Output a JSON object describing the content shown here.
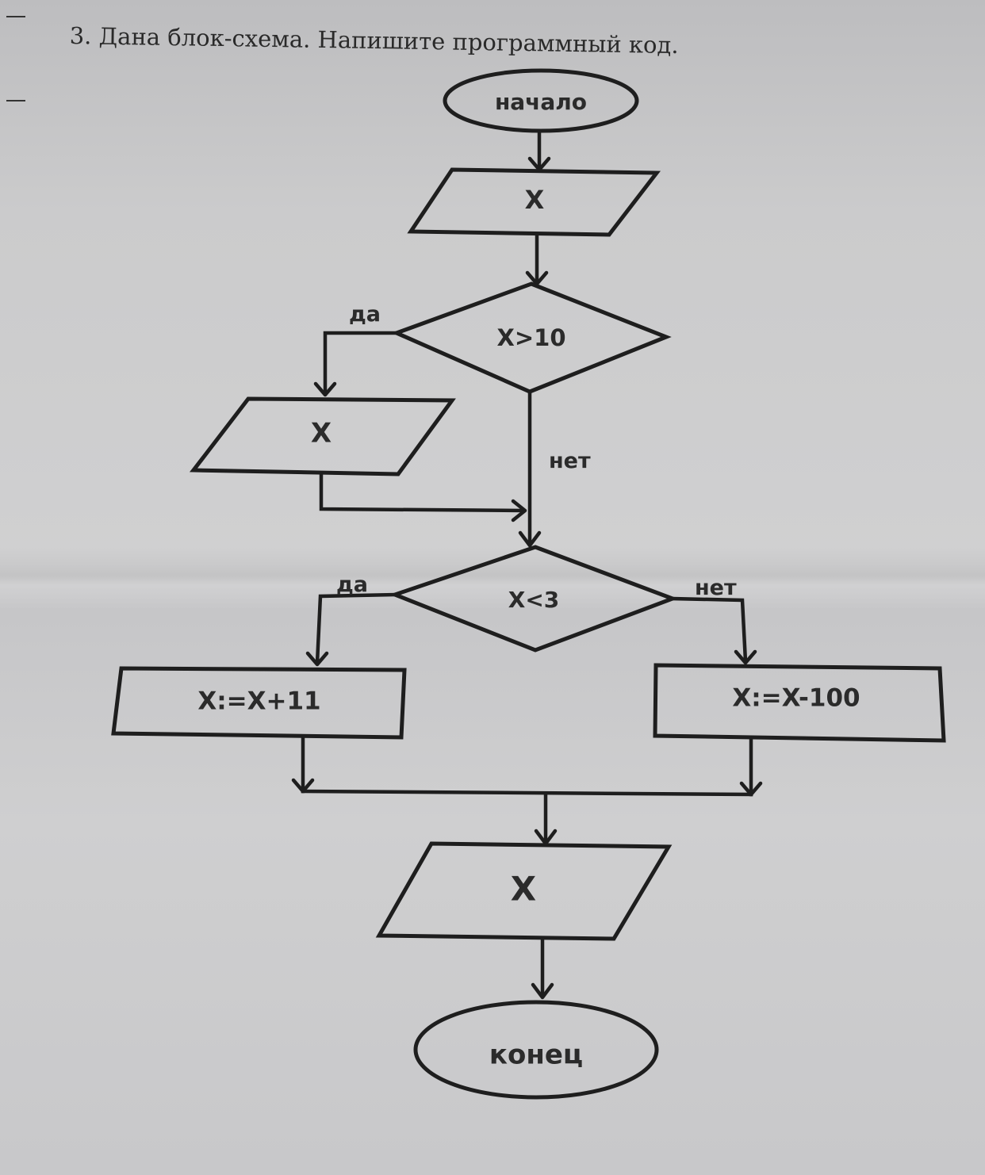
{
  "header": {
    "task_text": "3. Дана блок-схема. Напишите программный код."
  },
  "flowchart": {
    "start": "начало",
    "input": "X",
    "condition1": "X>10",
    "output1": "X",
    "condition2": "X<3",
    "process_yes": "X:=X+11",
    "process_no": "X:=X-100",
    "output2": "X",
    "end": "конец",
    "yes_label_1": "да",
    "no_label_1": "нет",
    "yes_label_2": "да",
    "no_label_2": "нет"
  },
  "colors": {
    "paper": "#c9c9ca",
    "ink": "#1e1e1e"
  }
}
